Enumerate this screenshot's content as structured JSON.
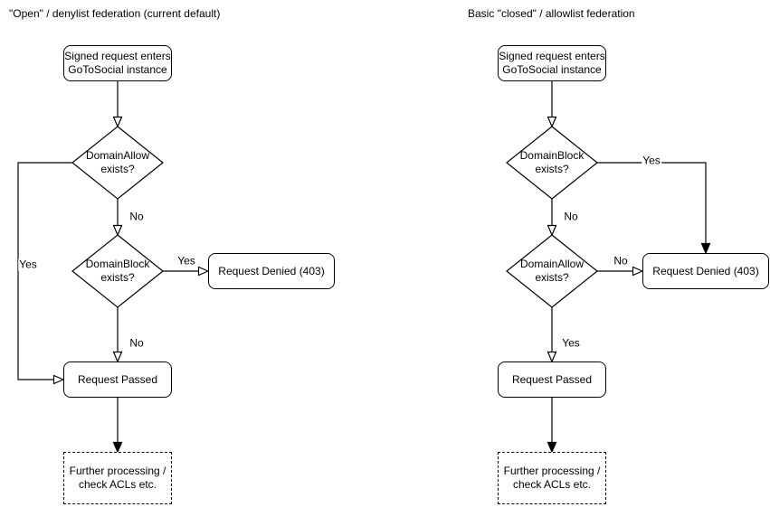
{
  "diagram": {
    "colors": {
      "stroke": "#000000",
      "shape_fill": "#ffffff",
      "text": "#000000",
      "background": "#ffffff"
    },
    "left": {
      "title": "\"Open\" / denylist federation (current default)",
      "nodes": {
        "start": "Signed request enters\nGoToSocial instance",
        "decision1": "DomainAllow\nexists?",
        "decision2": "DomainBlock\nexists?",
        "denied": "Request Denied (403)",
        "passed": "Request Passed",
        "further": "Further processing /\ncheck ACLs etc."
      },
      "edges": {
        "d1_yes": "Yes",
        "d1_no": "No",
        "d2_yes": "Yes",
        "d2_no": "No"
      }
    },
    "right": {
      "title": "Basic \"closed\" / allowlist federation",
      "nodes": {
        "start": "Signed request enters\nGoToSocial instance",
        "decision1": "DomainBlock\nexists?",
        "decision2": "DomainAllow\nexists?",
        "denied": "Request Denied (403)",
        "passed": "Request Passed",
        "further": "Further processing /\ncheck ACLs etc."
      },
      "edges": {
        "d1_yes": "Yes",
        "d1_no": "No",
        "d2_no": "No",
        "d2_yes": "Yes"
      }
    }
  }
}
